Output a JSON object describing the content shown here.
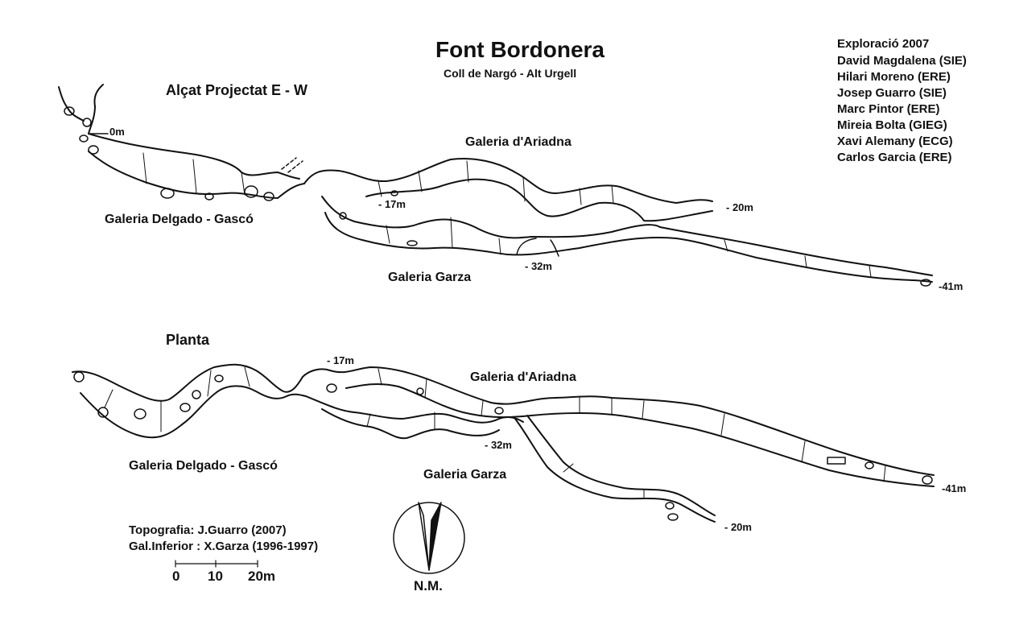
{
  "title": "Font Bordonera",
  "subtitle": "Coll de Nargó - Alt Urgell",
  "profile": {
    "heading": "Alçat Projectat  E - W",
    "galleries": {
      "ariadna": "Galeria d'Ariadna",
      "delgado": "Galeria Delgado - Gascó",
      "garza": "Galeria Garza"
    },
    "depths": {
      "entrance": "0m",
      "d17": "- 17m",
      "d20": "- 20m",
      "d32": "- 32m",
      "d41": "-41m"
    }
  },
  "plan": {
    "heading": "Planta",
    "galleries": {
      "ariadna": "Galeria d'Ariadna",
      "delgado": "Galeria Delgado - Gascó",
      "garza": "Galeria Garza"
    },
    "depths": {
      "d17": "- 17m",
      "d32": "- 32m",
      "d41": "-41m",
      "d20": "- 20m"
    }
  },
  "exploration": {
    "heading": "Exploració 2007",
    "members": [
      "David Magdalena (SIE)",
      "Hilari Moreno (ERE)",
      "Josep Guarro (SIE)",
      "Marc Pintor (ERE)",
      "Mireia Bolta (GIEG)",
      "Xavi Alemany (ECG)",
      "Carlos Garcia (ERE)"
    ]
  },
  "credits": {
    "topography": "Topografia: J.Guarro (2007)",
    "lower_gallery": "Gal.Inferior : X.Garza (1996-1997)"
  },
  "scale": {
    "ticks": [
      "0",
      "10",
      "20m"
    ]
  },
  "north": {
    "label": "N.M."
  }
}
